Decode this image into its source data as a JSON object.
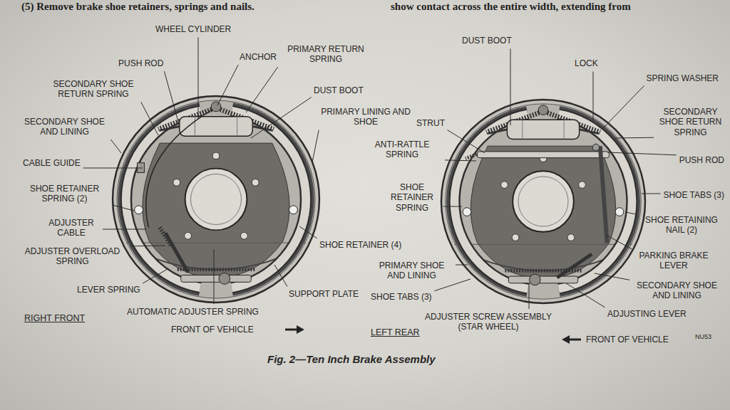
{
  "diagram": {
    "caption": "Fig. 2—Ten Inch Brake Assembly",
    "labels": [
      "(5) Remove brake shoe retainers, springs and nails.",
      "show contact across the entire width, extending from",
      "WHEEL CYLINDER",
      "ANCHOR",
      "PRIMARY RETURN SPRING",
      "PUSH ROD",
      "SECONDARY SHOE RETURN SPRING",
      "DUST BOOT",
      "SECONDARY SHOE AND LINING",
      "PRIMARY LINING AND SHOE",
      "CABLE GUIDE",
      "SHOE RETAINER SPRING (2)",
      "ADJUSTER CABLE",
      "ADJUSTER OVERLOAD SPRING",
      "LEVER SPRING",
      "AUTOMATIC ADJUSTER SPRING",
      "SUPPORT PLATE",
      "SHOE RETAINER (4)",
      "RIGHT FRONT",
      "FRONT OF VEHICLE",
      "DUST BOOT",
      "LOCK",
      "SPRING WASHER",
      "SECONDARY SHOE RETURN SPRING",
      "STRUT",
      "ANTI-RATTLE SPRING",
      "PUSH ROD",
      "SHOE TABS (3)",
      "SHOE RETAINER SPRING",
      "SHOE RETAINING NAIL (2)",
      "PARKING BRAKE LEVER",
      "PRIMARY SHOE AND LINING",
      "SECONDARY SHOE AND LINING",
      "SHOE TABS (3)",
      "ADJUSTER SCREW ASSEMBLY (STAR WHEEL)",
      "ADJUSTING LEVER",
      "LEFT REAR",
      "FRONT OF VEHICLE",
      "NU53"
    ]
  }
}
